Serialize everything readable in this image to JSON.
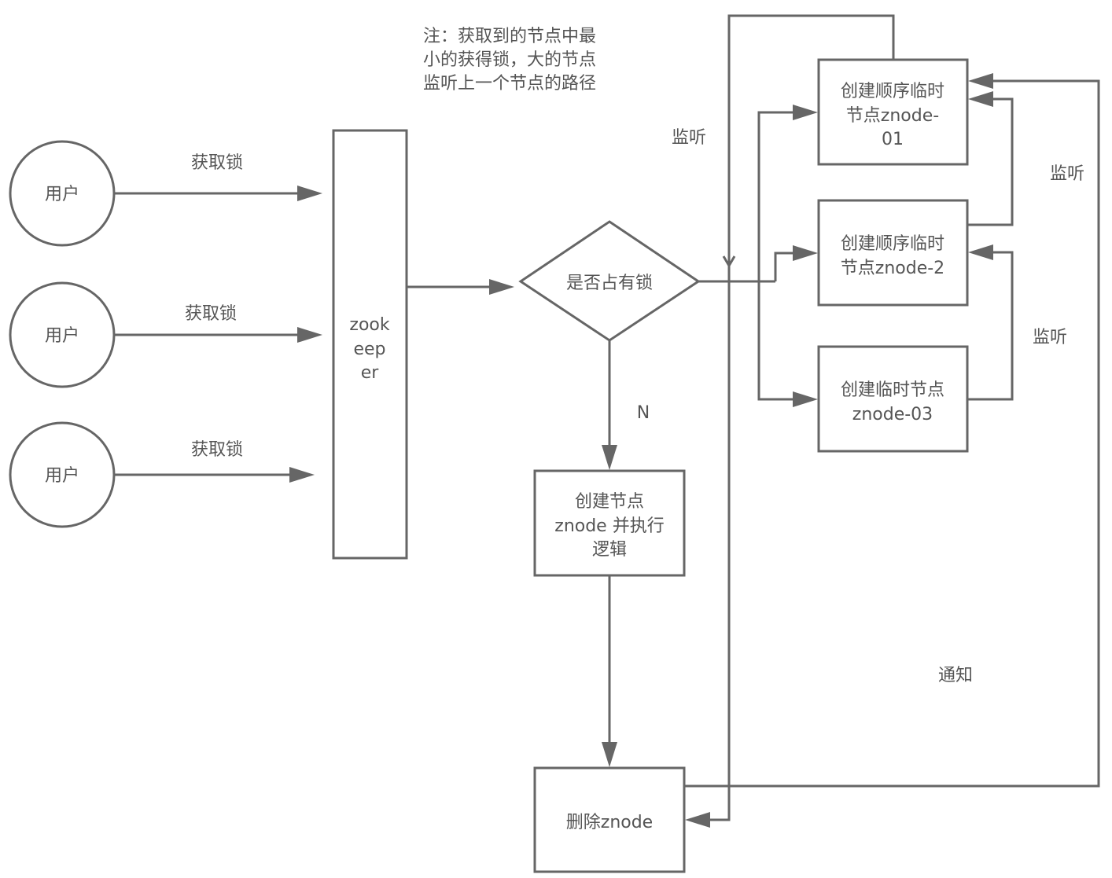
{
  "note": {
    "lines": [
      "注：获取到的节点中最",
      "小的获得锁，大的节点",
      "监听上一个节点的路径"
    ]
  },
  "users": [
    {
      "label": "用户",
      "edge_label": "获取锁"
    },
    {
      "label": "用户",
      "edge_label": "获取锁"
    },
    {
      "label": "用户",
      "edge_label": "获取锁"
    }
  ],
  "zookeeper": {
    "lines": [
      "zook",
      "eep",
      "er"
    ]
  },
  "decision": {
    "label": "是否占有锁",
    "no_label": "N"
  },
  "create_node": {
    "lines": [
      "创建节点",
      "znode 并执行",
      "逻辑"
    ]
  },
  "delete_node": {
    "label": "删除znode"
  },
  "seq_nodes": [
    {
      "lines": [
        "创建顺序临时",
        "节点znode-",
        "01"
      ]
    },
    {
      "lines": [
        "创建顺序临时",
        "节点znode-2"
      ]
    },
    {
      "lines": [
        "创建临时节点",
        "znode-03"
      ]
    }
  ],
  "edge_labels": {
    "listen_top": "监听",
    "listen_right_upper": "监听",
    "listen_right_lower": "监听",
    "notify": "通知"
  },
  "colors": {
    "stroke": "#666666",
    "text": "#555555",
    "background": "#ffffff"
  }
}
